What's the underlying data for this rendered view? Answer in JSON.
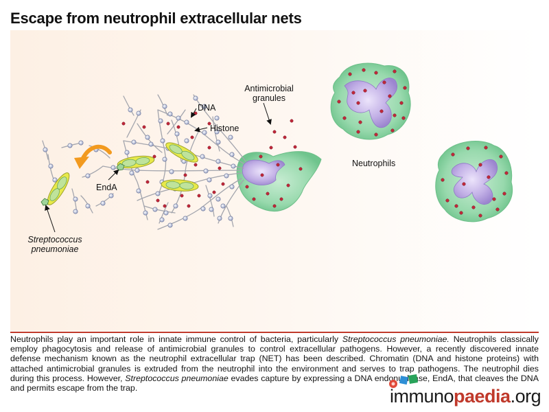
{
  "title": "Escape from neutrophil extracellular nets",
  "labels": {
    "dna": "DNA",
    "histone": "Histone",
    "granules_line1": "Antimicrobial",
    "granules_line2": "granules",
    "neutrophils": "Neutrophils",
    "enda": "EndA",
    "strep_line1": "Streptococcus",
    "strep_line2": "pneumoniae"
  },
  "caption": {
    "p1": "Neutrophils play an important role in innate immune control of bacteria, particularly ",
    "i1": "Streptococcus pneumoniae.",
    "p2": " Neutrophils classically employ phagocytosis and release of antimicrobial granules to control extracellular pathogens. However, a recently discovered innate defense mechanism known as the neutrophil extracellular trap (NET) has been described. Chromatin (DNA and histone proteins) with attached antimicrobial granules is extruded from the neutrophil into the environment and serves to trap pathogens. The neutrophil dies during this process. However, ",
    "i2": "Streptococcus pneumoniae",
    "p3": " evades capture by expressing a DNA endonuclease, EndA, that cleaves the DNA and permits escape from the trap."
  },
  "logo": {
    "part1": "immuno",
    "part2": "paedia",
    "part3": ".org"
  },
  "colors": {
    "accent_red": "#c0392b",
    "cell_green": "#8fd3a6",
    "nucleus_purple": "#b8a2dc",
    "bacteria_yellow": "#e8e94a",
    "arrow_orange": "#f29a1f",
    "granule_red": "#c0283a"
  }
}
